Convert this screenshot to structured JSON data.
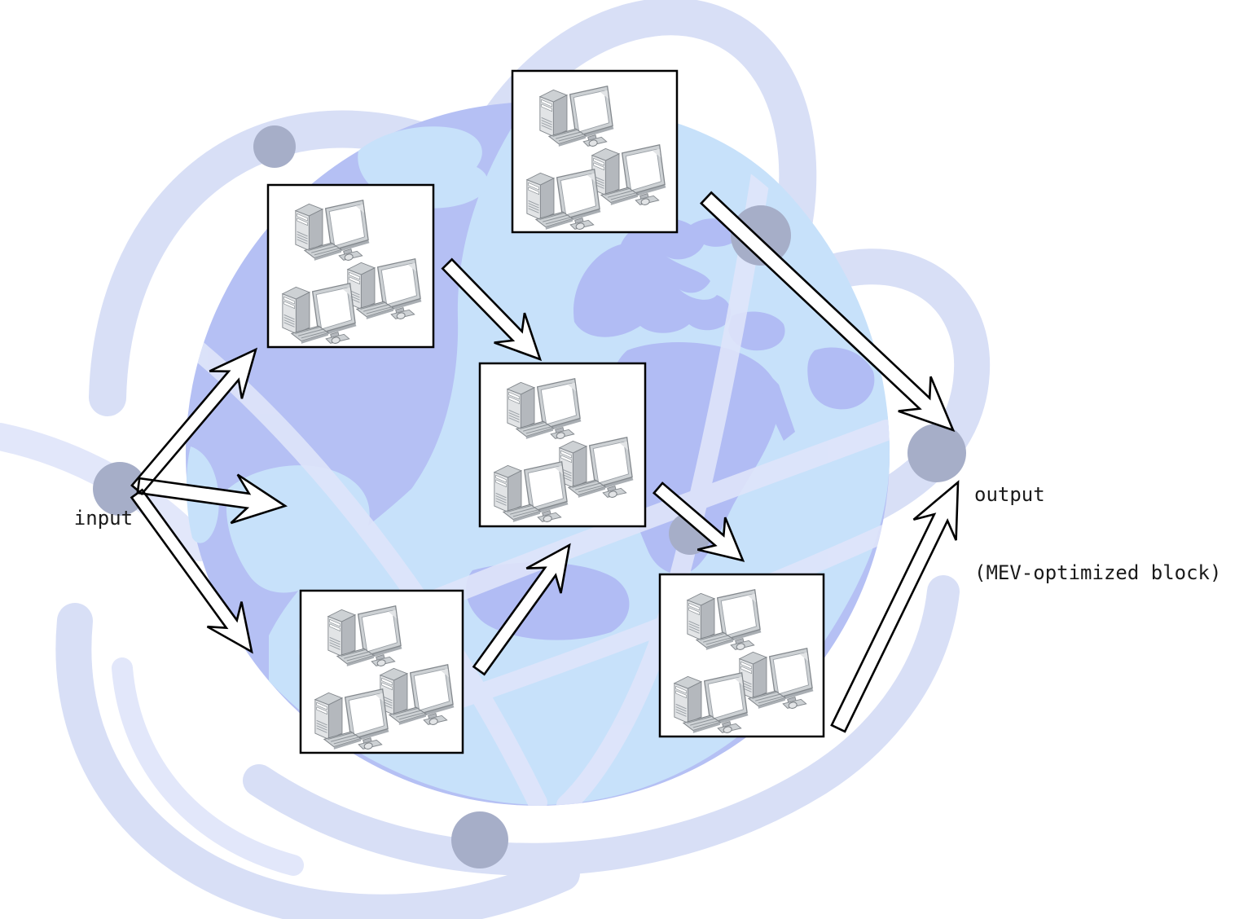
{
  "page": {
    "description": "Diagram of distributed computer clusters on a globe turning input into an MEV-optimized block"
  },
  "labels": {
    "input": "input",
    "output_line1": "output",
    "output_line2": "(MEV-optimized block)"
  },
  "clusters": [
    {
      "id": "cluster-top",
      "computers": 3
    },
    {
      "id": "cluster-upper-left",
      "computers": 3
    },
    {
      "id": "cluster-center",
      "computers": 3
    },
    {
      "id": "cluster-lower-left",
      "computers": 3
    },
    {
      "id": "cluster-lower-right",
      "computers": 3
    }
  ],
  "flows": [
    {
      "from": "input",
      "to": "cluster-upper-left"
    },
    {
      "from": "input",
      "to": "network"
    },
    {
      "from": "input",
      "to": "cluster-lower-left"
    },
    {
      "from": "cluster-upper-left",
      "to": "cluster-center"
    },
    {
      "from": "cluster-lower-left",
      "to": "cluster-center"
    },
    {
      "from": "cluster-center",
      "to": "cluster-lower-right"
    },
    {
      "from": "cluster-top",
      "to": "output"
    },
    {
      "from": "cluster-lower-right",
      "to": "output"
    }
  ],
  "colors": {
    "page_bg": "#ffffff",
    "globe_ocean": "#b5c0f4",
    "globe_light": "#c7e1fa",
    "globe_land": "#b1bcf4",
    "orbit": "#d8dff6",
    "orbit_light": "#e2e7fa",
    "orbit_band": "#dfe5fa",
    "node": "#a6aec8",
    "arrow_fill": "#ffffff",
    "arrow_stroke": "#000000",
    "box_fill": "#ffffff",
    "box_border": "#000000",
    "text": "#1a1a1a",
    "pc_light": "#e2e4e6",
    "pc_mid": "#cdd1d4",
    "pc_dark": "#a9aeb3",
    "pc_outline": "#83888d"
  }
}
